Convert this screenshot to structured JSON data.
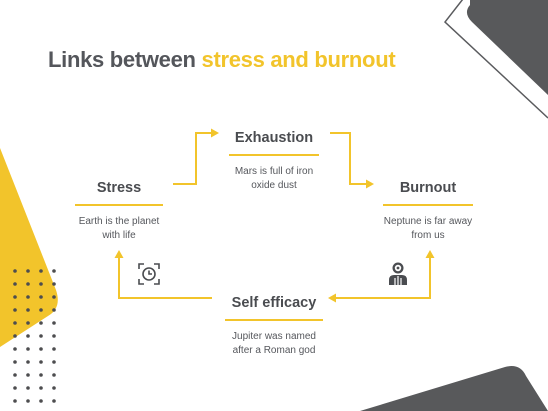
{
  "title": {
    "part1": "Links between",
    "part2": "stress and burnout"
  },
  "nodes": {
    "stress": {
      "title": "Stress",
      "line1": "Earth is the planet",
      "line2": "with life"
    },
    "exhaustion": {
      "title": "Exhaustion",
      "line1": "Mars is full of iron",
      "line2": "oxide dust"
    },
    "burnout": {
      "title": "Burnout",
      "line1": "Neptune is far away",
      "line2": "from us"
    },
    "self_efficacy": {
      "title": "Self efficacy",
      "line1": "Jupiter was named",
      "line2": "after a Roman god"
    }
  },
  "icons": {
    "left": "clock-focus-icon",
    "right": "person-target-icon"
  },
  "colors": {
    "accent": "#f2c42b",
    "text": "#54565b",
    "shape_gray": "#58595b",
    "dots": "#4d4d4f"
  }
}
